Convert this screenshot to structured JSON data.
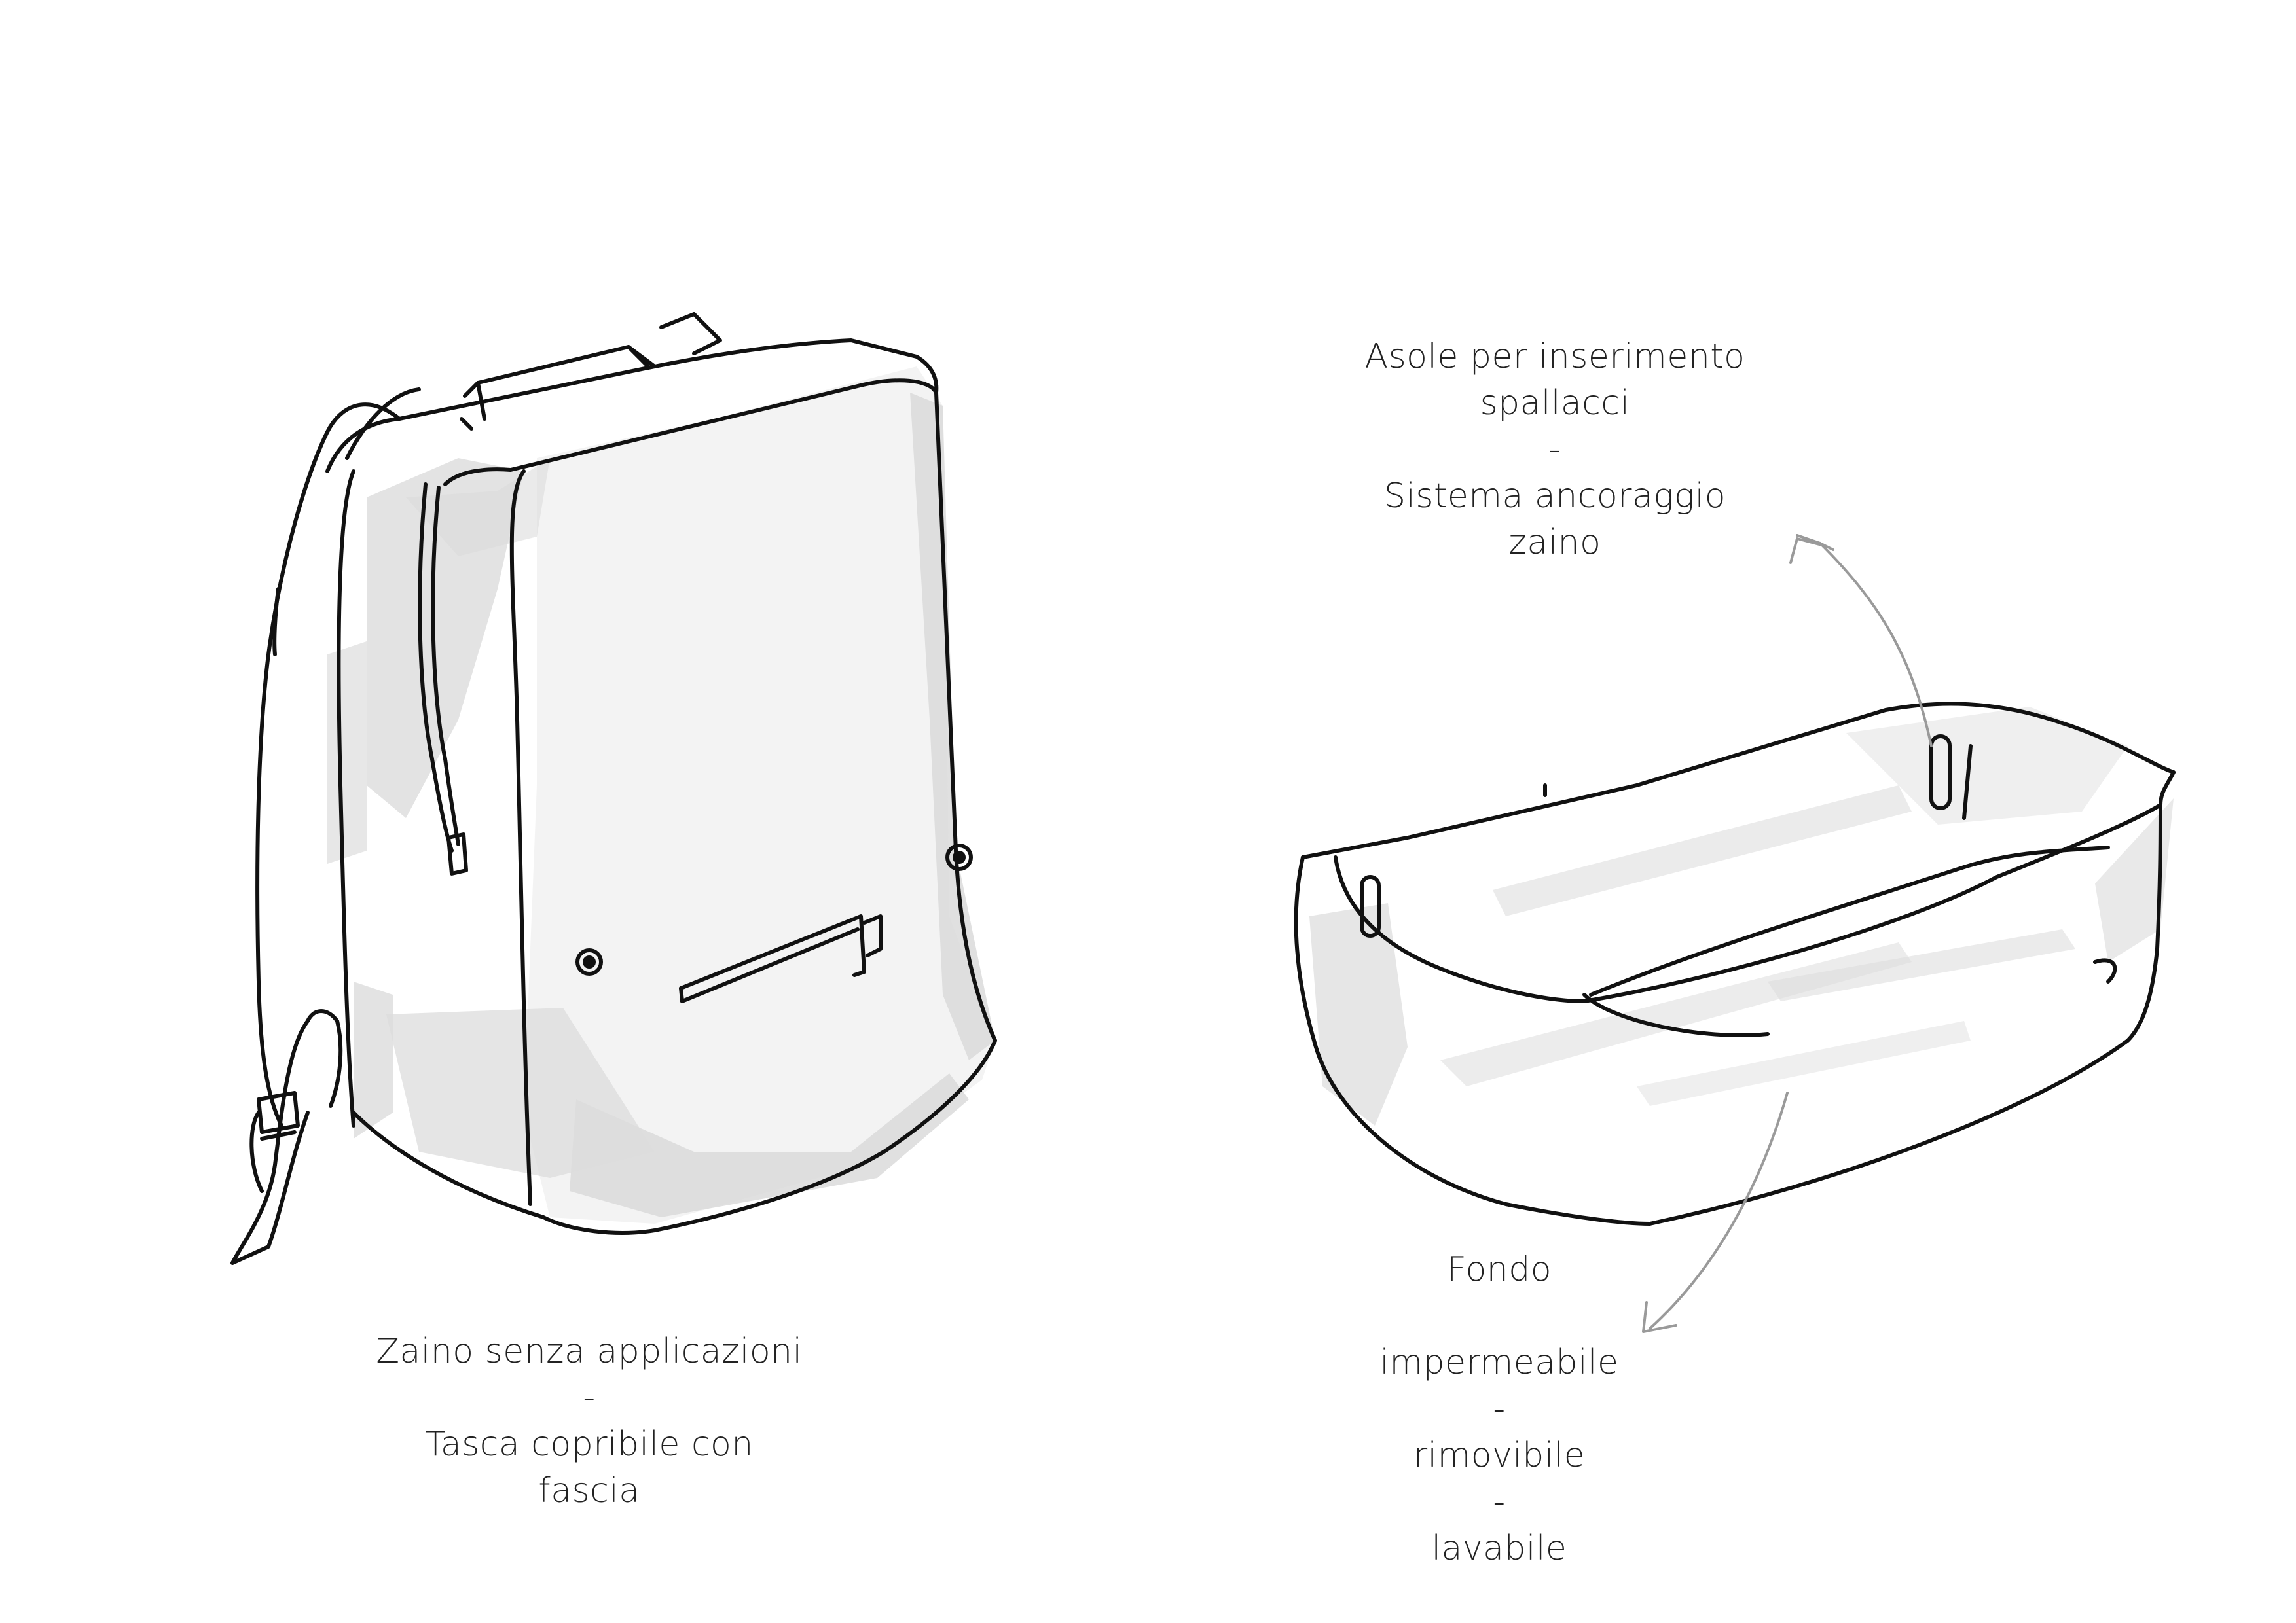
{
  "backpack_caption": {
    "line1": "Zaino senza applicazioni",
    "sep": "-",
    "line2": "Tasca copribile con",
    "line3": "fascia"
  },
  "slots_caption": {
    "line1": "Asole per inserimento",
    "line2": "spallacci",
    "sep": "-",
    "line3": "Sistema ancoraggio",
    "line4": "zaino"
  },
  "base_caption": {
    "line1": "Fondo",
    "line2": "impermeabile",
    "sep1": "-",
    "line3": "rimovibile",
    "sep2": "-",
    "line4": "lavabile"
  },
  "colors": {
    "ink": "#111111",
    "shade": "#d4d4d4",
    "arrow": "#9a9a9a",
    "text": "#222222"
  }
}
